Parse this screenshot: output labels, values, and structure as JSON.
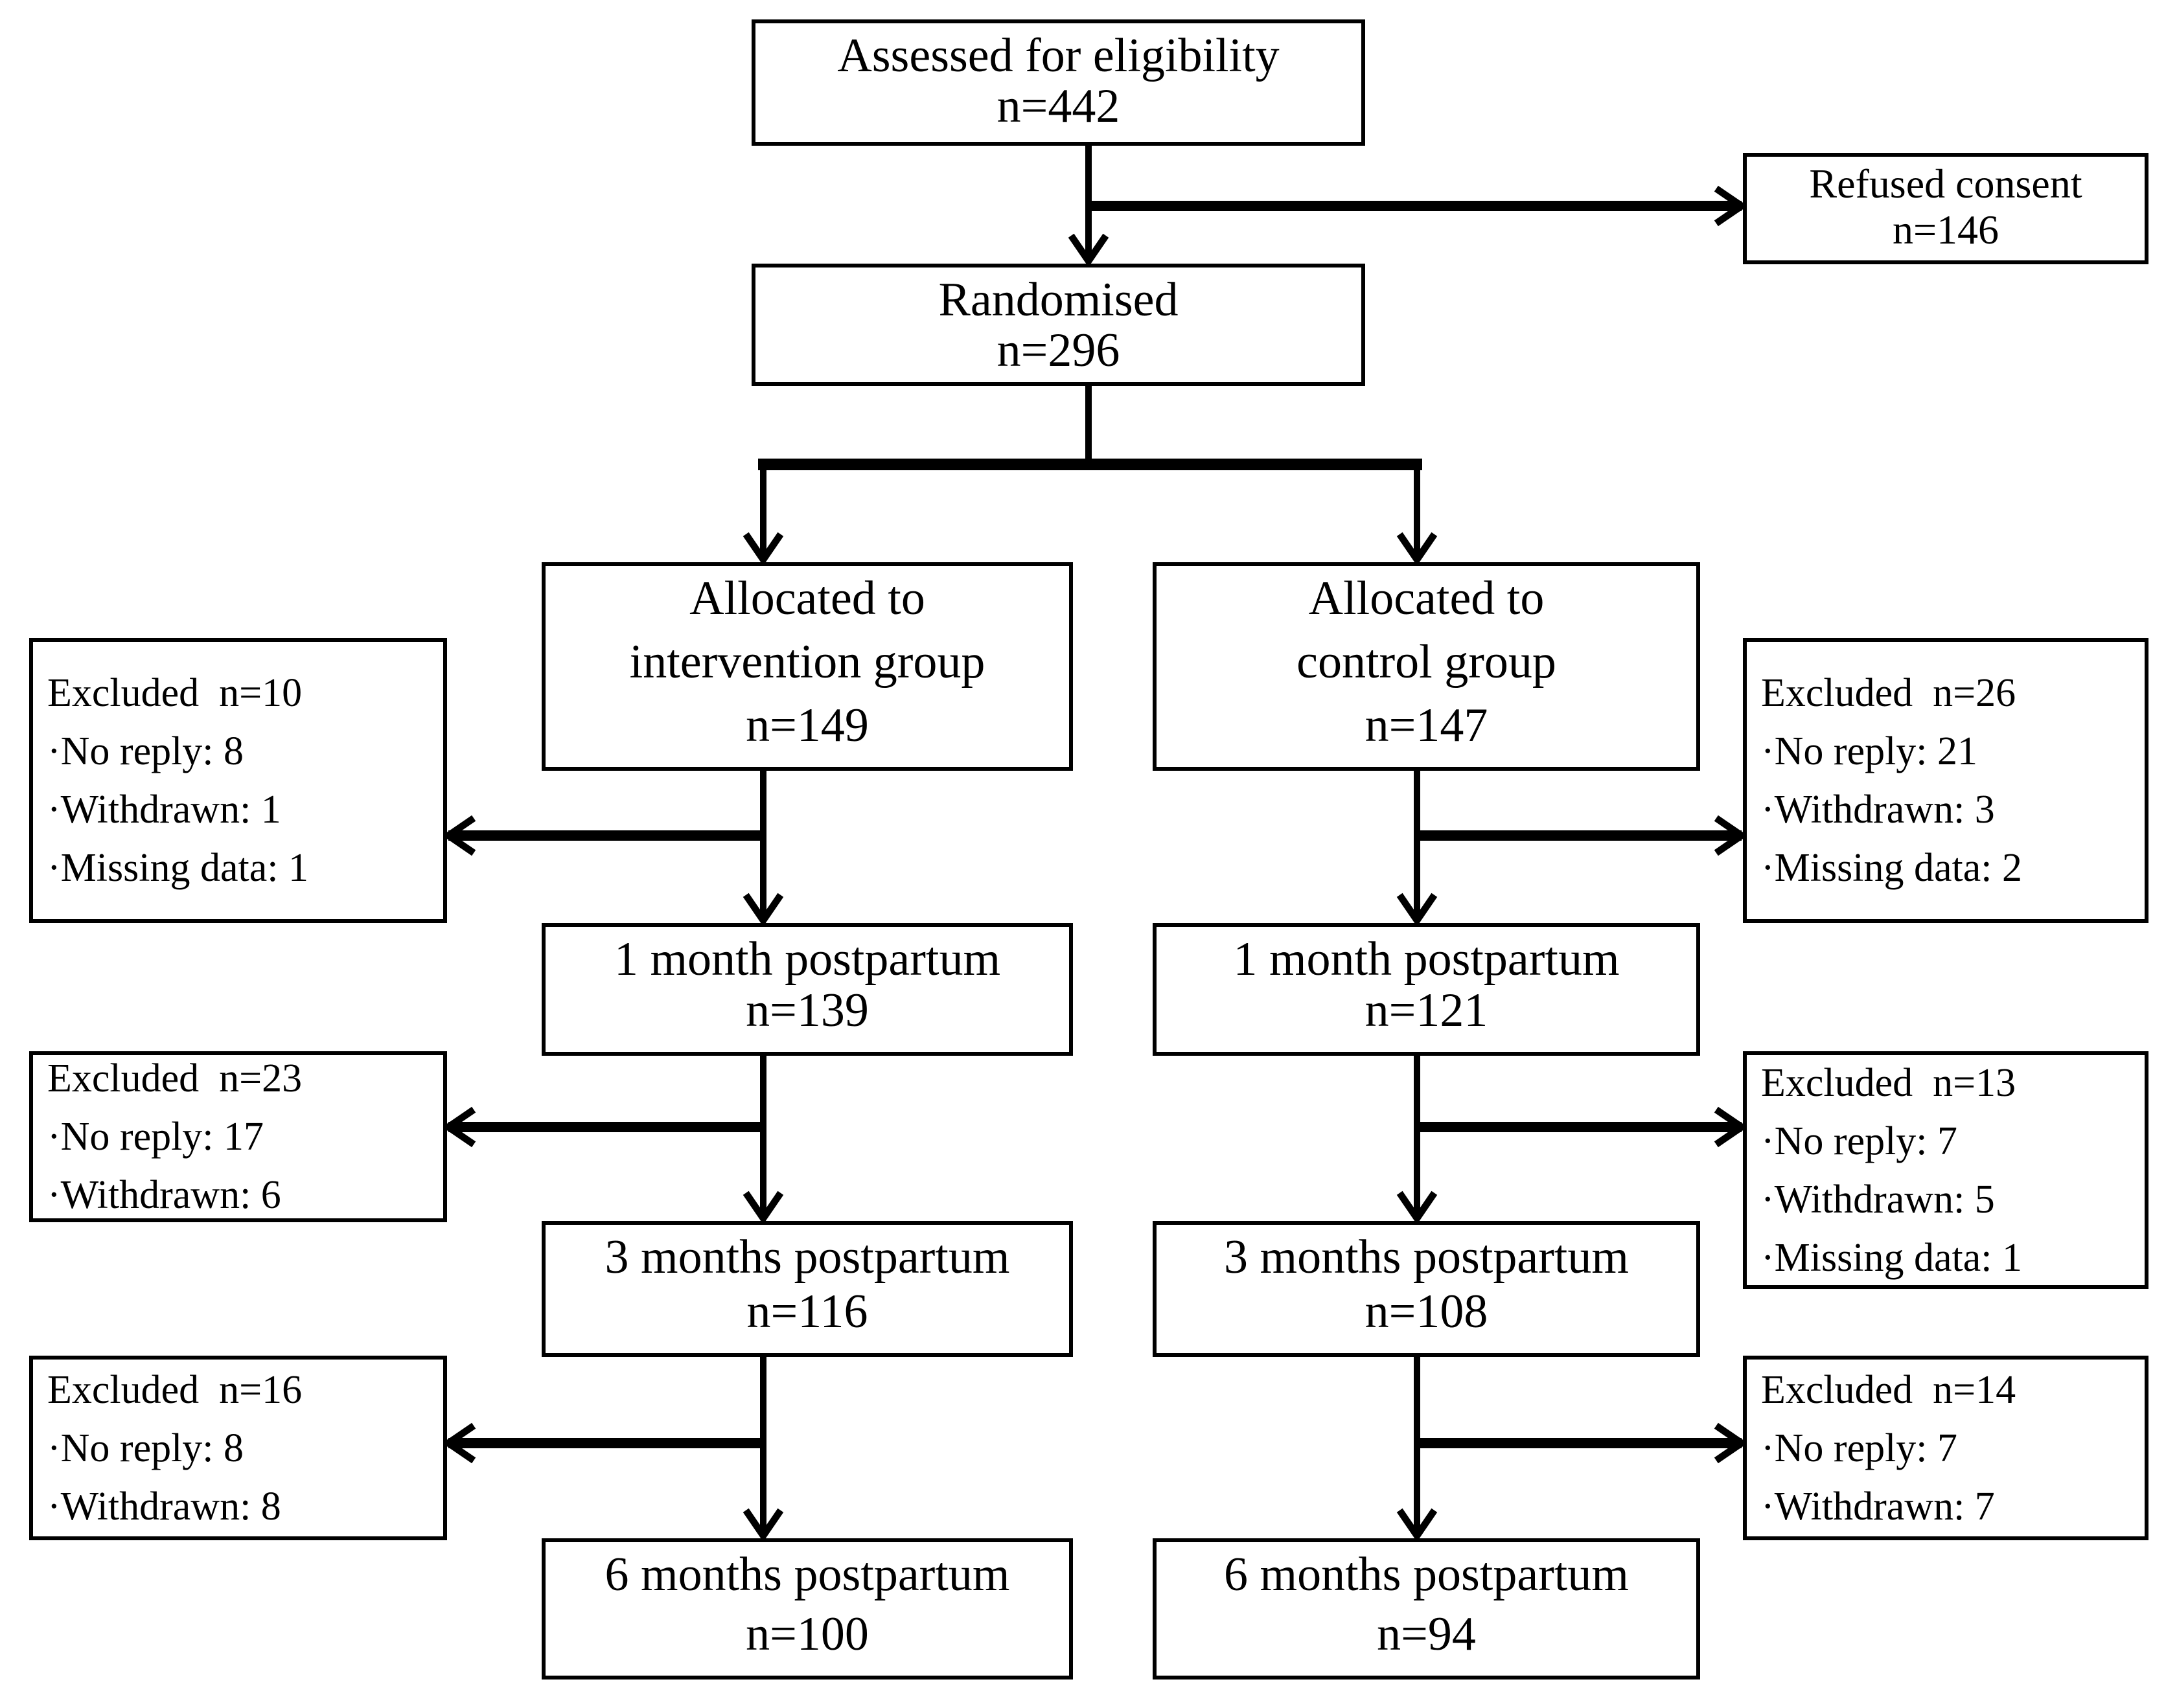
{
  "meta": {
    "diagram_type": "participant-flow-diagram",
    "ink": "#000000",
    "background": "#ffffff"
  },
  "boxes": {
    "assessed": {
      "lines": [
        "Assessed for eligibility",
        "n=442"
      ]
    },
    "refused": {
      "lines": [
        "Refused consent",
        "n=146"
      ]
    },
    "randomised": {
      "lines": [
        "Randomised",
        "n=296"
      ]
    },
    "alloc_intervention": {
      "lines": [
        "Allocated to",
        "intervention group",
        "n=149"
      ]
    },
    "alloc_control": {
      "lines": [
        "Allocated to",
        "control group",
        "n=147"
      ]
    },
    "excluded1_intervention": {
      "lines": [
        "Excluded  n=10",
        "·No reply: 8",
        "·Withdrawn: 1",
        "·Missing data: 1"
      ]
    },
    "excluded1_control": {
      "lines": [
        "Excluded  n=26",
        "·No reply: 21",
        "·Withdrawn: 3",
        "·Missing data: 2"
      ]
    },
    "m1_intervention": {
      "lines": [
        "1 month postpartum",
        "n=139"
      ]
    },
    "m1_control": {
      "lines": [
        "1 month postpartum",
        "n=121"
      ]
    },
    "excluded2_intervention": {
      "lines": [
        "Excluded  n=23",
        "·No reply: 17",
        "·Withdrawn: 6"
      ]
    },
    "excluded2_control": {
      "lines": [
        "Excluded  n=13",
        "·No reply: 7",
        "·Withdrawn: 5",
        "·Missing data: 1"
      ]
    },
    "m3_intervention": {
      "lines": [
        "3 months postpartum",
        "n=116"
      ]
    },
    "m3_control": {
      "lines": [
        "3 months postpartum",
        "n=108"
      ]
    },
    "excluded3_intervention": {
      "lines": [
        "Excluded  n=16",
        "·No reply: 8",
        "·Withdrawn: 8"
      ]
    },
    "excluded3_control": {
      "lines": [
        "Excluded  n=14",
        "·No reply: 7",
        "·Withdrawn: 7"
      ]
    },
    "m6_intervention": {
      "lines": [
        "6 months postpartum",
        "n=100"
      ]
    },
    "m6_control": {
      "lines": [
        "6 months postpartum",
        "n=94"
      ]
    }
  }
}
